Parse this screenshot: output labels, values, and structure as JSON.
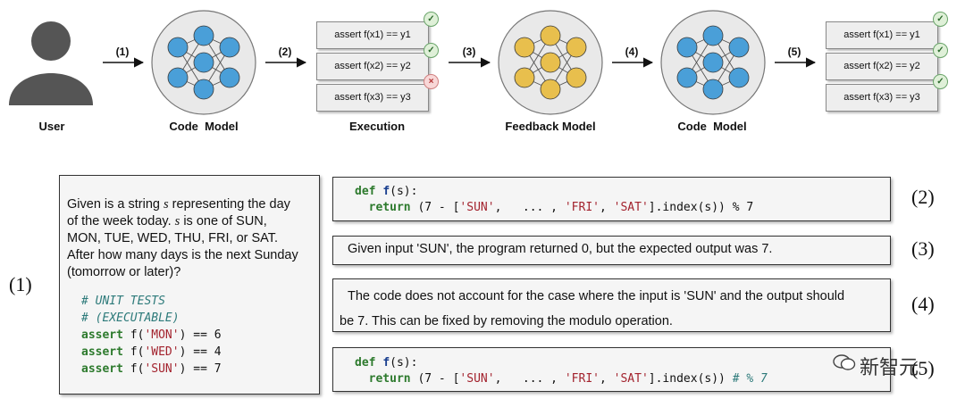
{
  "pipeline": {
    "steps": [
      "(1)",
      "(2)",
      "(3)",
      "(4)",
      "(5)"
    ],
    "labels": {
      "user": "User",
      "code_model_1": "Code  Model",
      "execution": "Execution",
      "feedback_model": "Feedback Model",
      "code_model_2": "Code  Model"
    },
    "execution_asserts": [
      "assert f(x1) == y1",
      "assert f(x2) == y2",
      "assert f(x3) == y3"
    ],
    "final_asserts": [
      "assert f(x1) == y1",
      "assert f(x2) == y2",
      "assert f(x3) == y3"
    ],
    "colors": {
      "code_node": "#4a9fd8",
      "feedback_node": "#e8bf4d",
      "pass": "#2e6b2e",
      "fail": "#b03030"
    }
  },
  "example": {
    "label_1": "(1)",
    "problem": {
      "l1_a": "Given is a string ",
      "l1_var": "s",
      "l1_b": " representing the day",
      "l2_a": "of the week today.  ",
      "l2_var": "s",
      "l2_b": " is one of SUN,",
      "l3": "MON, TUE, WED, THU, FRI, or SAT.",
      "l4": "After how many days is the next Sunday",
      "l5": "(tomorrow or later)?"
    },
    "tests": {
      "comment1": "# UNIT TESTS",
      "comment2": "# (EXECUTABLE)",
      "assert_kw": "assert",
      "fcall": " f(",
      "rows": [
        {
          "arg": "'MON'",
          "rest": ") == 6"
        },
        {
          "arg": "'WED'",
          "rest": ") == 4"
        },
        {
          "arg": "'SUN'",
          "rest": ") == 7"
        }
      ]
    },
    "code_initial": {
      "def": "def",
      "name": "f",
      "sig": "(s):",
      "ret": "return",
      "p1": " (7 - [",
      "s1": "'SUN'",
      "p2": ",   ... , ",
      "s2": "'FRI'",
      "p3": ", ",
      "s3": "'SAT'",
      "p4": "].index(s)) % 7"
    },
    "feedback_exec": "Given input 'SUN', the program returned 0, but the expected output was 7.",
    "feedback_nl_1": "The code does not account for the case where the input is 'SUN' and the output should",
    "feedback_nl_2": "be 7. This can be fixed by removing the modulo operation.",
    "code_fixed": {
      "def": "def",
      "name": "f",
      "sig": "(s):",
      "ret": "return",
      "p1": " (7 - [",
      "s1": "'SUN'",
      "p2": ",   ... , ",
      "s2": "'FRI'",
      "p3": ", ",
      "s3": "'SAT'",
      "p4": "].index(s)) ",
      "cm": "# % 7"
    },
    "labels": [
      "(2)",
      "(3)",
      "(4)",
      "(5)"
    ]
  },
  "watermark": "新智元"
}
